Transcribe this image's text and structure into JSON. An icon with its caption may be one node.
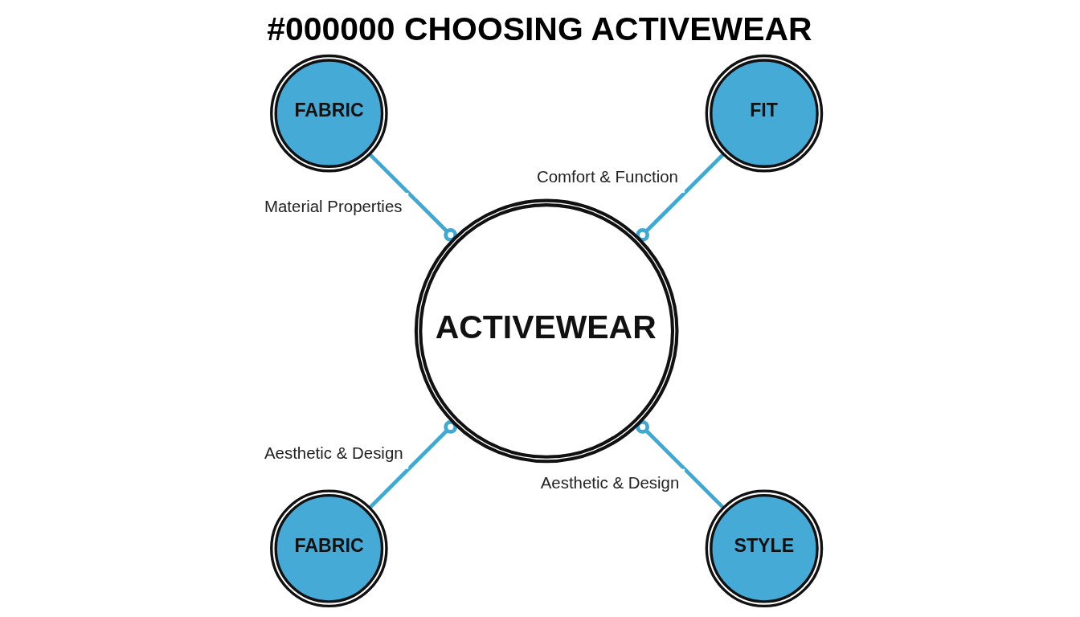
{
  "diagram": {
    "title": "#000000 CHOOSING ACTIVEWEAR",
    "nodes": [
      {
        "text": [
          "ACTIVEWEAR"
        ]
      },
      {
        "text": [
          "FABRIC"
        ]
      },
      {
        "text": [
          "FIT"
        ]
      },
      {
        "text": [
          "FABRIC"
        ]
      },
      {
        "text": [
          "STYLE"
        ]
      }
    ],
    "edges": [
      {
        "from": 1,
        "to": 0,
        "arrow": "other",
        "label": "Material Properties"
      },
      {
        "from": 2,
        "to": 0,
        "arrow": "other",
        "label": "Comfort & Function"
      },
      {
        "from": 3,
        "to": 0,
        "arrow": "other",
        "label": "Aesthetic & Design"
      },
      {
        "from": 4,
        "to": 0,
        "arrow": "other",
        "label": "Aesthetic & Design"
      }
    ]
  }
}
